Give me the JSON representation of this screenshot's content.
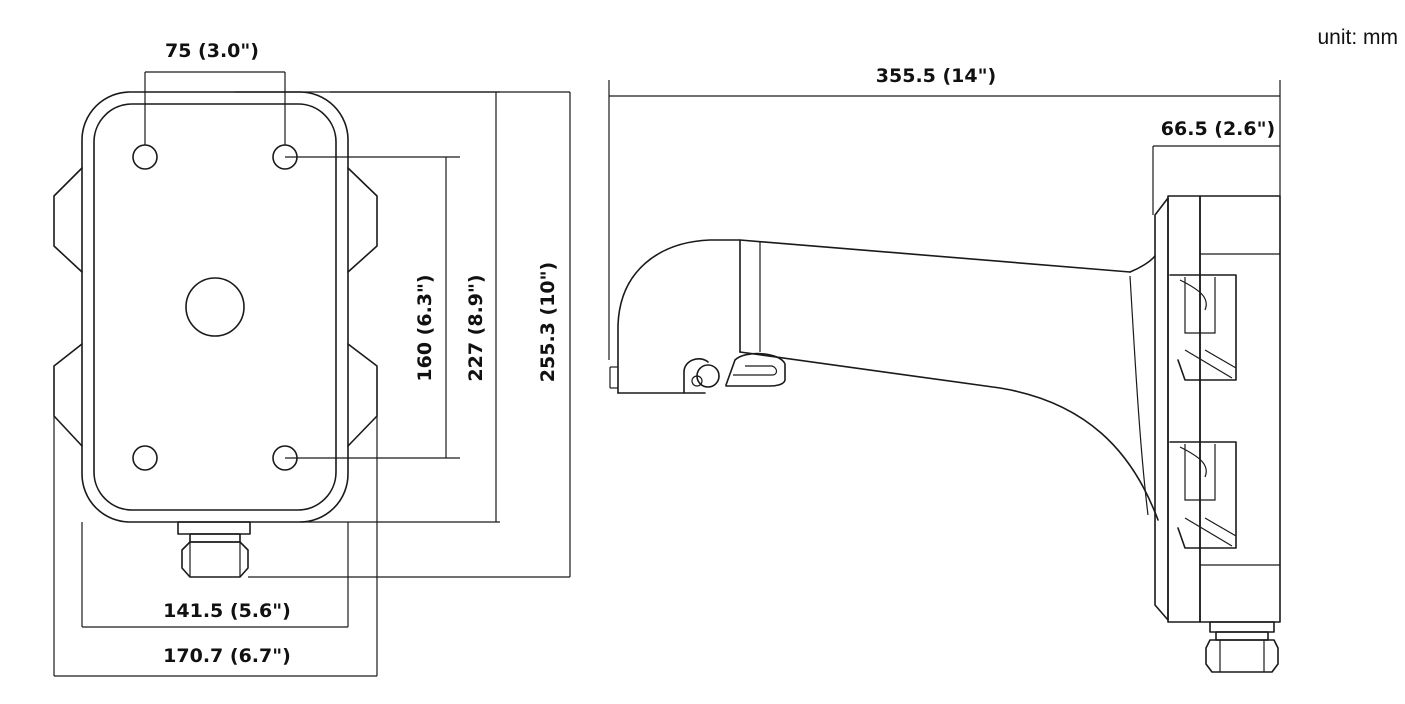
{
  "unit_label": "unit: mm",
  "front_view": {
    "hole_spacing": "75 (3.0\")",
    "hole_vertical": "160 (6.3\")",
    "body_height": "227 (8.9\")",
    "total_height": "255.3 (10\")",
    "body_width": "141.5 (5.6\")",
    "total_width": "170.7 (6.7\")"
  },
  "side_view": {
    "total_length": "355.5 (14\")",
    "plate_depth": "66.5 (2.6\")"
  }
}
